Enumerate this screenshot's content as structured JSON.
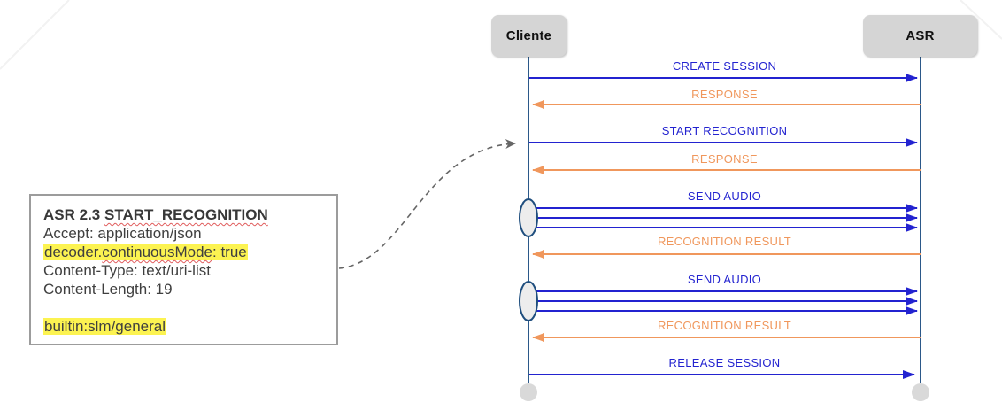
{
  "diagram": {
    "type": "sequence",
    "actors": [
      {
        "id": "cliente",
        "label": "Cliente"
      },
      {
        "id": "asr",
        "label": "ASR"
      }
    ],
    "messages": [
      {
        "label": "CREATE SESSION",
        "from": "Cliente",
        "to": "ASR",
        "direction": "right",
        "kind": "request",
        "arrows": 1
      },
      {
        "label": "RESPONSE",
        "from": "ASR",
        "to": "Cliente",
        "direction": "left",
        "kind": "response",
        "arrows": 1
      },
      {
        "label": "START RECOGNITION",
        "from": "Cliente",
        "to": "ASR",
        "direction": "right",
        "kind": "request",
        "arrows": 1
      },
      {
        "label": "RESPONSE",
        "from": "ASR",
        "to": "Cliente",
        "direction": "left",
        "kind": "response",
        "arrows": 1
      },
      {
        "label": "SEND AUDIO",
        "from": "Cliente",
        "to": "ASR",
        "direction": "right",
        "kind": "request",
        "arrows": 3
      },
      {
        "label": "RECOGNITION RESULT",
        "from": "ASR",
        "to": "Cliente",
        "direction": "left",
        "kind": "response",
        "arrows": 1
      },
      {
        "label": "SEND AUDIO",
        "from": "Cliente",
        "to": "ASR",
        "direction": "right",
        "kind": "request",
        "arrows": 3
      },
      {
        "label": "RECOGNITION RESULT",
        "from": "ASR",
        "to": "Cliente",
        "direction": "left",
        "kind": "response",
        "arrows": 1
      },
      {
        "label": "RELEASE SESSION",
        "from": "Cliente",
        "to": "ASR",
        "direction": "right",
        "kind": "request",
        "arrows": 1
      }
    ],
    "colors": {
      "request_arrow": "#2323d0",
      "response_arrow": "#f0975c",
      "lifeline": "#2b5889",
      "actor_box_fill": "#d5d5d5",
      "end_circle": "#d9d9d9",
      "note_highlight": "#fcf351",
      "connector": "#666666"
    }
  },
  "note": {
    "title": {
      "prefix": "ASR 2.3 ",
      "misspelled": "START_RECOGNITION"
    },
    "accept": "Accept: application/json",
    "decoder": {
      "pre": "decoder.",
      "misspelled": "continuousMode",
      "post": ": true"
    },
    "content_type": "Content-Type: text/uri-list",
    "content_length": "Content-Length: 19",
    "builtin": "builtin:slm/general"
  }
}
